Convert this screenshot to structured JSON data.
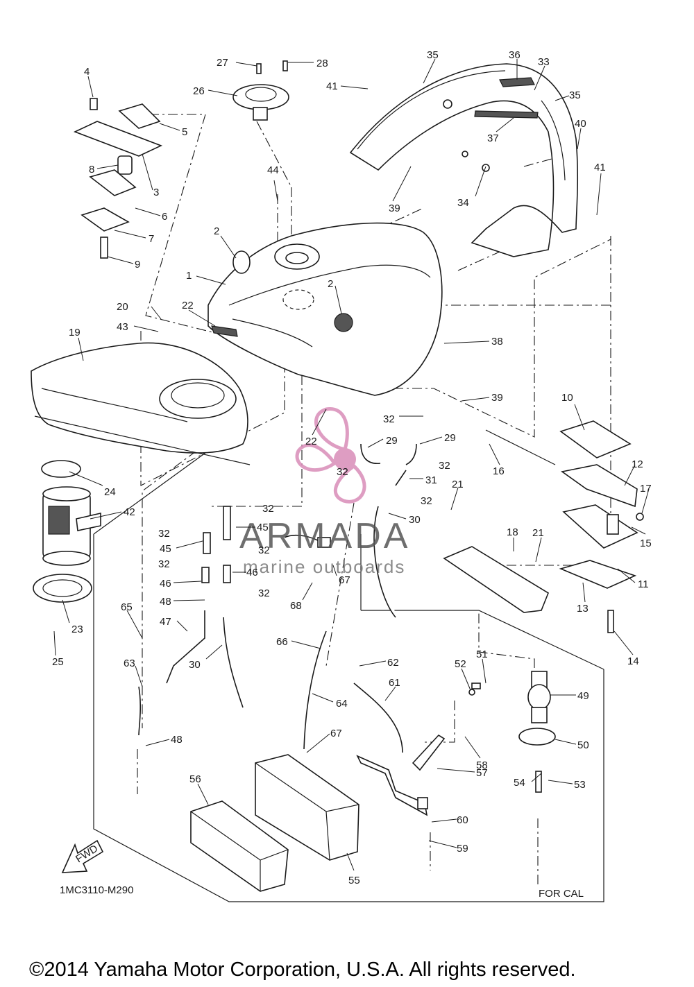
{
  "diagram": {
    "drawing_code": "1MC3110-M290",
    "variant_note": "FOR CAL",
    "direction_label": "FWD",
    "copyright": "©2014 Yamaha Motor Corporation, U.S.A. All rights reserved."
  },
  "watermark": {
    "title": "ARMADA",
    "subtitle": "marine outboards",
    "color": "#d98cb8"
  },
  "callouts": [
    "1",
    "2",
    "2",
    "3",
    "4",
    "5",
    "6",
    "7",
    "8",
    "9",
    "10",
    "11",
    "12",
    "13",
    "14",
    "15",
    "16",
    "17",
    "18",
    "19",
    "20",
    "21",
    "21",
    "22",
    "22",
    "23",
    "24",
    "25",
    "26",
    "27",
    "28",
    "29",
    "29",
    "30",
    "30",
    "31",
    "32",
    "32",
    "32",
    "32",
    "32",
    "32",
    "32",
    "32",
    "32",
    "33",
    "34",
    "35",
    "35",
    "36",
    "37",
    "38",
    "39",
    "39",
    "40",
    "41",
    "41",
    "42",
    "43",
    "44",
    "45",
    "45",
    "46",
    "46",
    "47",
    "48",
    "48",
    "49",
    "50",
    "51",
    "52",
    "53",
    "54",
    "55",
    "56",
    "57",
    "58",
    "59",
    "60",
    "61",
    "62",
    "63",
    "64",
    "65",
    "66",
    "67",
    "67",
    "68"
  ]
}
